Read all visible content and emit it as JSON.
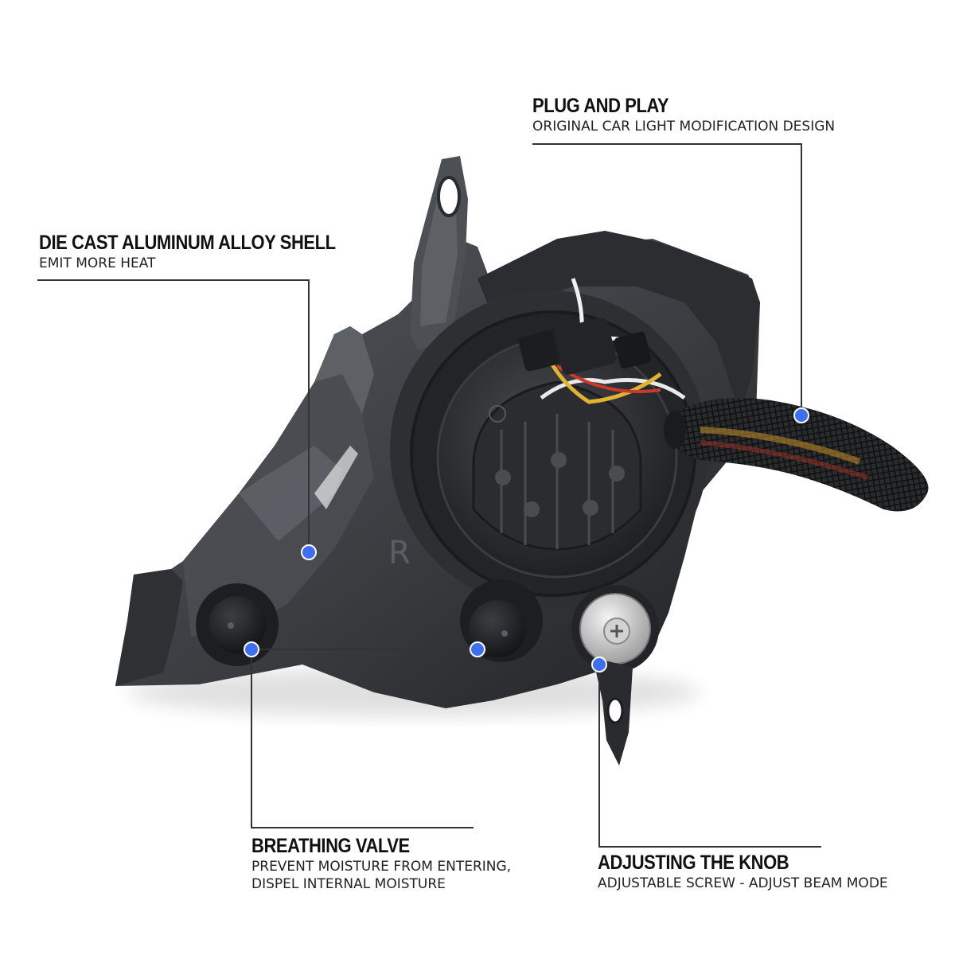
{
  "callouts": {
    "plug_and_play": {
      "title": "PLUG AND PLAY",
      "desc": "ORIGINAL CAR LIGHT MODIFICATION DESIGN"
    },
    "die_cast": {
      "title": "DIE CAST ALUMINUM ALLOY SHELL",
      "desc": "EMIT MORE HEAT"
    },
    "breathing_valve": {
      "title": "BREATHING VALVE",
      "desc_line1": "PREVENT MOISTURE FROM ENTERING,",
      "desc_line2": "DISPEL INTERNAL MOISTURE"
    },
    "adjusting_knob": {
      "title": "ADJUSTING THE KNOB",
      "desc": "ADJUSTABLE SCREW - ADJUST BEAM MODE"
    }
  },
  "housing_mark": "R",
  "colors": {
    "marker": "#3d6ff0",
    "housing": "#3a3c40",
    "leader": "#333333"
  }
}
